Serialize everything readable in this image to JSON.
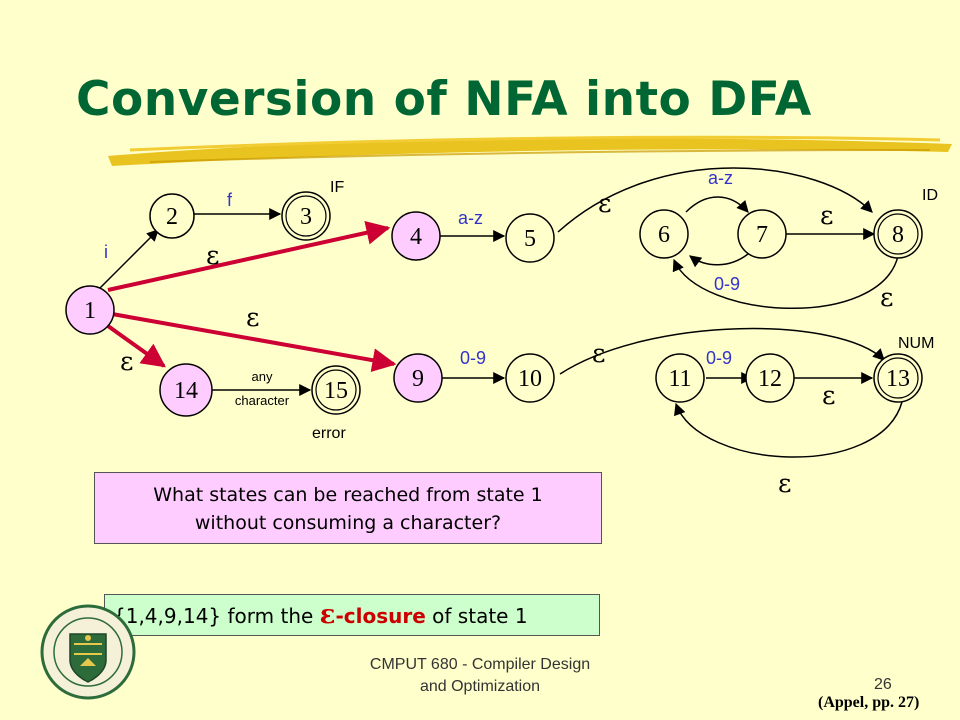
{
  "title": "Conversion of NFA into DFA",
  "states": [
    {
      "id": "1",
      "fill": "#FFCCFF",
      "accepting": false
    },
    {
      "id": "2",
      "fill": "#FFFFCC",
      "accepting": false
    },
    {
      "id": "3",
      "fill": "#FFFFCC",
      "accepting": true
    },
    {
      "id": "4",
      "fill": "#FFCCFF",
      "accepting": false
    },
    {
      "id": "5",
      "fill": "#FFFFCC",
      "accepting": false
    },
    {
      "id": "6",
      "fill": "#FFFFCC",
      "accepting": false
    },
    {
      "id": "7",
      "fill": "#FFFFCC",
      "accepting": false
    },
    {
      "id": "8",
      "fill": "#FFFFCC",
      "accepting": true
    },
    {
      "id": "9",
      "fill": "#FFCCFF",
      "accepting": false
    },
    {
      "id": "10",
      "fill": "#FFFFCC",
      "accepting": false
    },
    {
      "id": "11",
      "fill": "#FFFFCC",
      "accepting": false
    },
    {
      "id": "12",
      "fill": "#FFFFCC",
      "accepting": false
    },
    {
      "id": "13",
      "fill": "#FFFFCC",
      "accepting": true
    },
    {
      "id": "14",
      "fill": "#FFCCFF",
      "accepting": false
    },
    {
      "id": "15",
      "fill": "#FFFFCC",
      "accepting": true
    }
  ],
  "edge_labels": {
    "i": "i",
    "f": "f",
    "a_z_1": "a-z",
    "a_z_2": "a-z",
    "d_1": "0-9",
    "d_2": "0-9",
    "d_3": "0-9",
    "any1": "any",
    "any2": "character",
    "epsilon": "ε"
  },
  "state_tags": {
    "if": "IF",
    "id": "ID",
    "num": "NUM",
    "error": "error"
  },
  "question": {
    "line1": "What states can be reached from state 1",
    "line2": "without consuming a character?"
  },
  "answer": {
    "prefix": "{1,4,9,14} form the ",
    "eps": "ε",
    "emph": "-closure",
    "suffix": " of state 1"
  },
  "footer": {
    "line1": "CMPUT 680 - Compiler Design",
    "line2": "and Optimization"
  },
  "page_number": "26",
  "citation": "(Appel, pp. 27)",
  "colors": {
    "background": "#FFFFCC",
    "title": "#006633",
    "highlight_state": "#FFCCFF",
    "label_blue": "#3333CC",
    "arrow_thick": "#CC0033",
    "closure_red": "#CC0000"
  }
}
